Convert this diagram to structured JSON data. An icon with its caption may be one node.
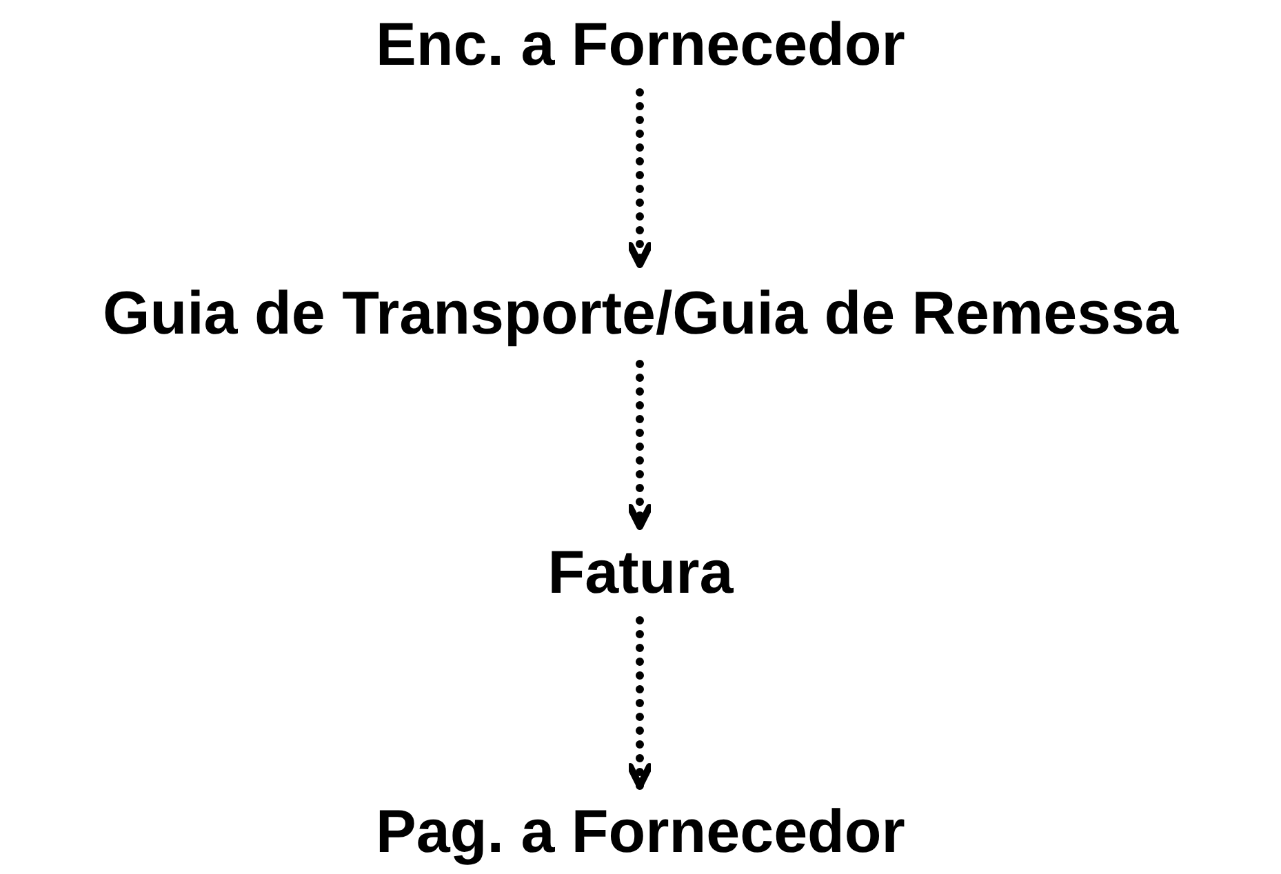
{
  "diagram": {
    "nodes": [
      {
        "text": [
          "Enc. a Fornecedor"
        ]
      },
      {
        "text": [
          "Guia de Transporte/Guia de Remessa"
        ]
      },
      {
        "text": [
          "Fatura"
        ]
      },
      {
        "text": [
          "Pag. a Fornecedor"
        ]
      }
    ],
    "edges": [
      {
        "from": 0,
        "to": 1,
        "arrow": "to",
        "style": "dashed"
      },
      {
        "from": 1,
        "to": 2,
        "arrow": "to",
        "style": "dashed"
      },
      {
        "from": 2,
        "to": 3,
        "arrow": "to",
        "style": "dashed"
      }
    ]
  }
}
